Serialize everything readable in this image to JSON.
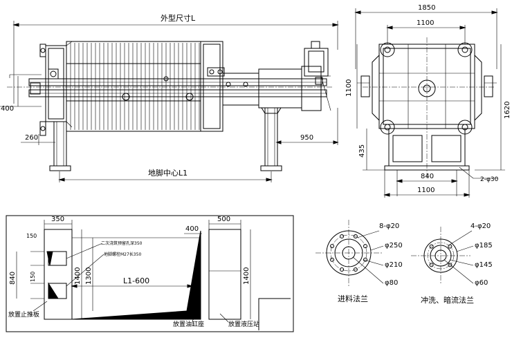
{
  "front_view": {
    "overall_length_label": "外型尺寸L",
    "dim_400": "400",
    "dim_260": "260",
    "dim_950": "950",
    "foot_center_label": "地脚中心L1"
  },
  "side_view": {
    "dim_1850": "1850",
    "dim_1100_top": "1100",
    "dim_1100_height": "1100",
    "dim_1620": "1620",
    "dim_435": "435",
    "dim_840": "840",
    "dim_1100_bottom": "1100",
    "hole_spec": "2-φ30"
  },
  "foundation_plan": {
    "dim_350": "350",
    "dim_400": "400",
    "dim_500": "500",
    "dim_150_top": "150",
    "dim_150_mid": "150",
    "dim_840": "840",
    "dim_1400_left": "1400",
    "dim_1300": "1300",
    "dim_l1_600": "L1-600",
    "dim_1400_right": "1400",
    "note_1": "二次浇筑预留孔深350",
    "note_2": "地脚螺栓M27长350",
    "label_stop_plate": "放置止推板",
    "label_cylinder_seat": "放置油缸座",
    "label_hydraulic_station": "放置液压站"
  },
  "flange_inlet": {
    "holes": "8-φ20",
    "d1": "φ250",
    "d2": "φ210",
    "d3": "φ80",
    "title": "进料法兰"
  },
  "flange_wash": {
    "holes": "4-φ20",
    "d1": "φ185",
    "d2": "φ145",
    "d3": "φ60",
    "title": "冲洗、暗流法兰"
  }
}
